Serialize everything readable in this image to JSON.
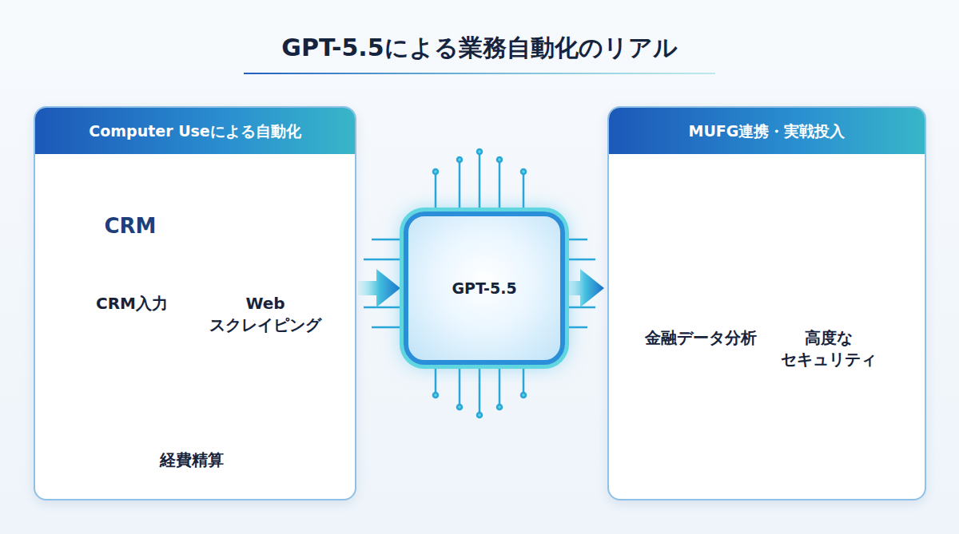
{
  "diagram": {
    "title": "GPT-5.5による業務自動化のリアル",
    "nodes": [
      {
        "text": [
          "Computer Useによる自動化"
        ]
      },
      {
        "text": [
          "CRM入力"
        ],
        "in": 0
      },
      {
        "text": [
          "Web スクレイピング"
        ],
        "in": 0
      },
      {
        "text": [
          "経費精算"
        ],
        "in": 0
      },
      {
        "text": [
          "GPT-5.5"
        ]
      },
      {
        "text": [
          "MUFG連携・実戦投入"
        ]
      },
      {
        "text": [
          "金融データ分析"
        ],
        "in": 5
      },
      {
        "text": [
          "高度な セキュリティ"
        ],
        "in": 5
      }
    ],
    "edges": [
      {
        "from": 0,
        "to": 4,
        "arrow": "to"
      },
      {
        "from": 4,
        "to": 5,
        "arrow": "to"
      }
    ],
    "labels": [
      "CRM"
    ]
  }
}
